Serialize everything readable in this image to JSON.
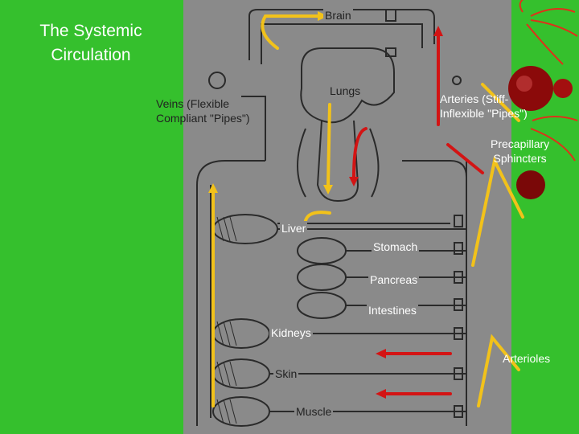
{
  "title_line1": "The Systemic",
  "title_line2": "Circulation",
  "labels": {
    "brain": "Brain",
    "lungs": "Lungs",
    "veins_line1": "Veins (Flexible",
    "veins_line2": "Compliant \"Pipes\")",
    "arteries_line1": "Arteries (Stiff-",
    "arteries_line2": "Inflexible \"Pipes\")",
    "precap_line1": "Precapillary",
    "precap_line2": "Sphincters",
    "liver": "Liver",
    "stomach": "Stomach",
    "pancreas": "Pancreas",
    "intestines": "Intestines",
    "kidneys": "Kidneys",
    "skin": "Skin",
    "muscle": "Muscle",
    "arterioles": "Arterioles"
  },
  "colors": {
    "background": "#35c02d",
    "diagram_panel": "#8a8a8a",
    "vein_arrow": "#f2c21a",
    "artery_arrow": "#d31414"
  }
}
